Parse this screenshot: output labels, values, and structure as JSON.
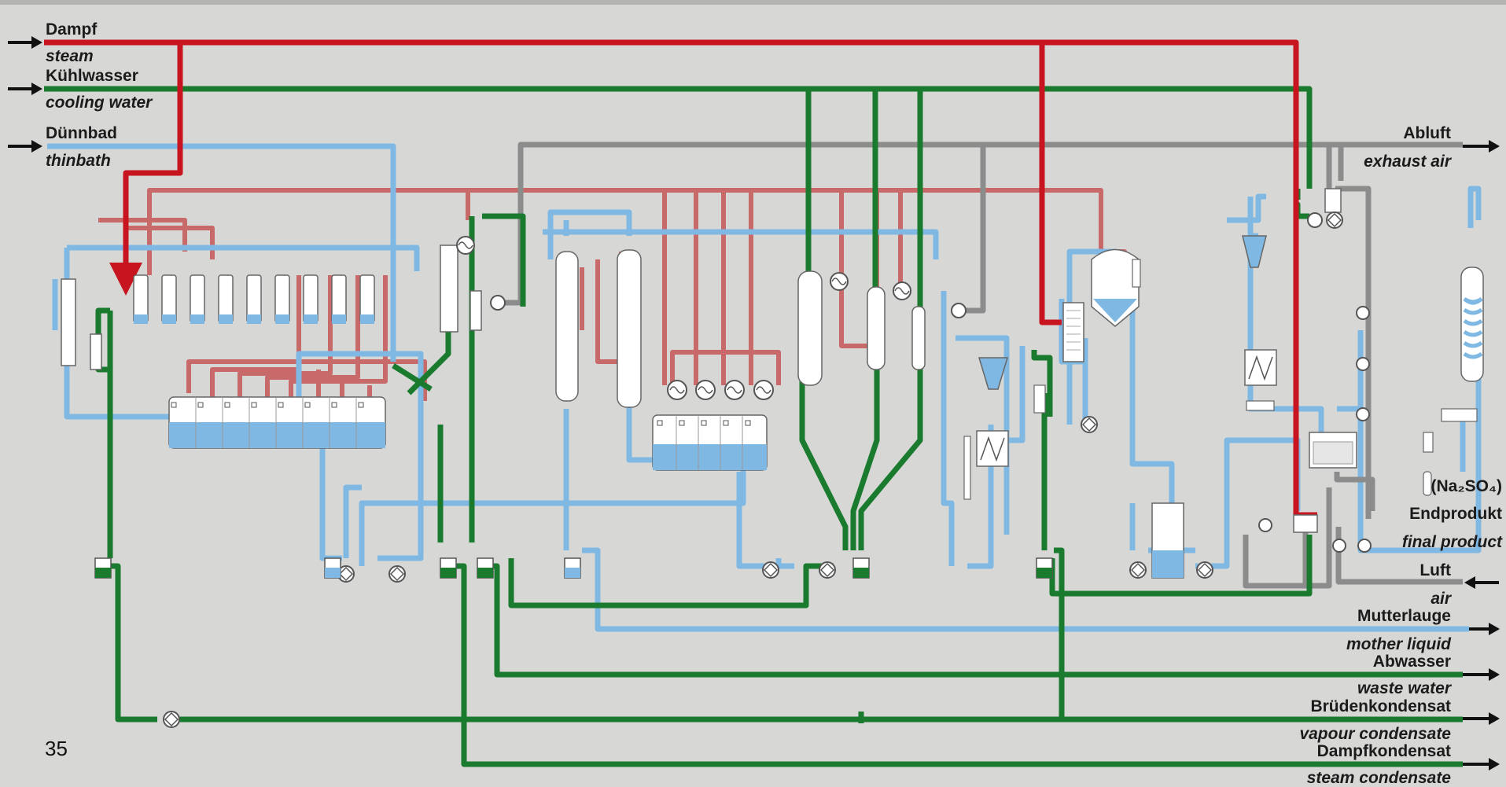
{
  "streams": {
    "steam": {
      "de": "Dampf",
      "en": "steam",
      "color": "#c8141e"
    },
    "cooling_water": {
      "de": "Kühlwasser",
      "en": "cooling water",
      "color": "#1a7a2e"
    },
    "thinbath": {
      "de": "Dünnbad",
      "en": "thinbath",
      "color": "#7fb8e2"
    },
    "exhaust_air": {
      "de": "Abluft",
      "en": "exhaust air",
      "color": "#8c8c8c"
    },
    "air": {
      "de": "Luft",
      "en": "air"
    },
    "mother_liquid": {
      "de": "Mutterlauge",
      "en": "mother liquid"
    },
    "waste_water": {
      "de": "Abwasser",
      "en": "waste water"
    },
    "vapour_condensate": {
      "de": "Brüdenkondensat",
      "en": "vapour condensate"
    },
    "steam_condensate": {
      "de": "Dampfkondensat",
      "en": "steam condensate"
    }
  },
  "product": {
    "formula": "(Na₂SO₄)",
    "de": "Endprodukt",
    "en": "final product"
  },
  "page_number": "35",
  "colors": {
    "background": "#d7d7d5",
    "hot_line": "#c96a6a",
    "liquid": "#7fb8e2",
    "air_line": "#8c8c8c"
  }
}
